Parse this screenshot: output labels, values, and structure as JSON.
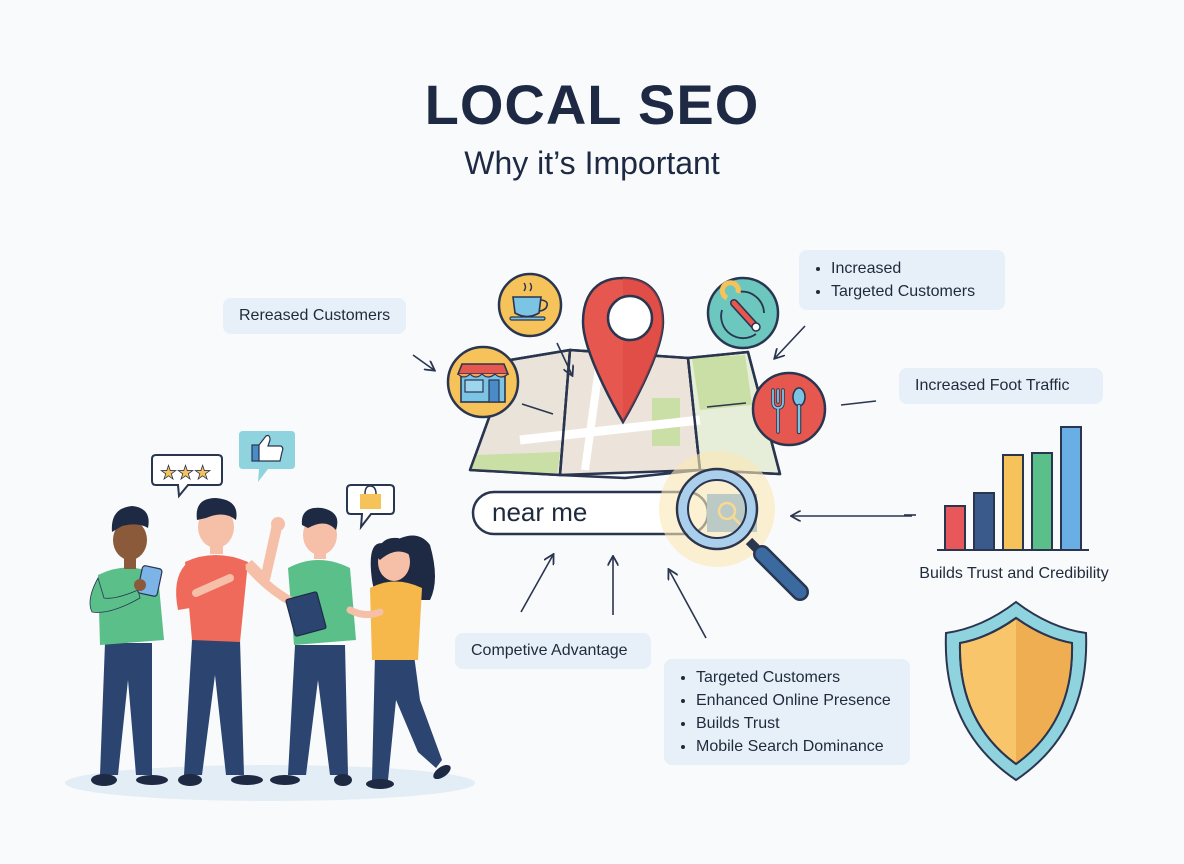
{
  "header": {
    "title": "LOCAL SEO",
    "subtitle": "Why it’s Important"
  },
  "callouts": {
    "rereased_customers": "Rereased Customers",
    "top_right_list": [
      "Increased",
      "Targeted Customers"
    ],
    "foot_traffic": "Increased Foot Traffic",
    "competitive_advantage": "Competive Advantage",
    "bottom_list": [
      "Targeted Customers",
      "Enhanced Online Presence",
      "Builds Trust",
      "Mobile Search Dominance"
    ]
  },
  "search": {
    "value": "near me",
    "icon": "magnifier-icon"
  },
  "bar_chart": {
    "caption": "Builds Trust and Credibility",
    "bars": [
      {
        "value": 44,
        "color": "#e8585a"
      },
      {
        "value": 57,
        "color": "#3a5a8c"
      },
      {
        "value": 95,
        "color": "#f6c25a"
      },
      {
        "value": 97,
        "color": "#5bbf8a"
      },
      {
        "value": 124,
        "color": "#6aaee6"
      }
    ]
  },
  "icons": {
    "map_pin": "map-pin-icon",
    "coffee": "coffee-cup-icon",
    "store": "storefront-icon",
    "wrench": "wrench-icon",
    "restaurant": "fork-spoon-icon",
    "shield": "shield-icon",
    "stars": "three-stars-icon",
    "thumbs_up": "thumbs-up-icon",
    "shopping_bag": "shopping-bag-icon"
  },
  "colors": {
    "title": "#1e2a44",
    "callout_bg": "#e7f0f8",
    "pin_red": "#e6574f",
    "icon_yellow": "#f6c25a",
    "icon_teal": "#6cc7be",
    "shield_blue": "#8fd3de",
    "shield_gold": "#f5b95a"
  }
}
